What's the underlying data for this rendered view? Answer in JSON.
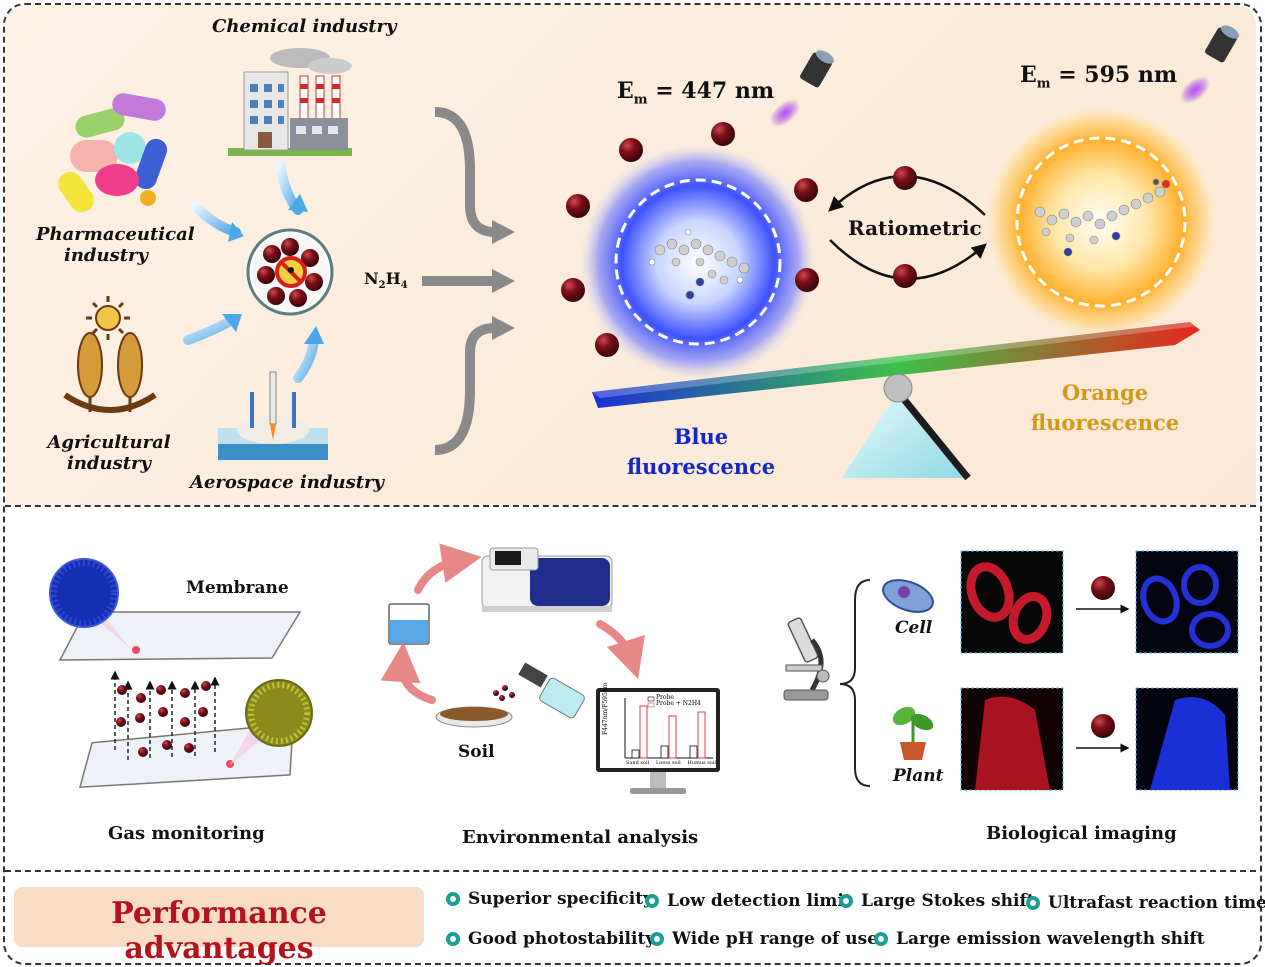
{
  "section_top": {
    "industries": {
      "chemical": "Chemical industry",
      "pharma": [
        "Pharmaceutical",
        "industry"
      ],
      "agri": [
        "Agricultural",
        "industry"
      ],
      "aero": "Aerospace industry"
    },
    "analyte": {
      "base": "N",
      "sub1": "2",
      "mid": "H",
      "sub2": "4"
    },
    "em_left": {
      "prefix": "E",
      "sub": "m",
      "value": " = 447 nm"
    },
    "em_right": {
      "prefix": "E",
      "sub": "m",
      "value": " = 595 nm"
    },
    "ratiometric": "Ratiometric",
    "blue": [
      "Blue",
      "fluorescence"
    ],
    "orange": [
      "Orange",
      "fluorescence"
    ]
  },
  "section_mid": {
    "membrane": "Membrane",
    "gas": "Gas monitoring",
    "soil": "Soil",
    "env": "Environmental analysis",
    "cell": "Cell",
    "plant": "Plant",
    "bio": "Biological imaging",
    "mini_chart": {
      "legend": [
        "Probe",
        "Probe + N2H4"
      ],
      "categories": [
        "Sand soil",
        "Loess soil",
        "Humus soil"
      ]
    }
  },
  "section_bottom": {
    "title": "Performance advantages",
    "advantages": [
      "Superior specificity",
      "Low detection limit",
      "Large Stokes shift",
      "Ultrafast reaction time",
      "Good photostability",
      "Wide pH range of use",
      "Large emission wavelength shift"
    ]
  },
  "colors": {
    "accent_red": "#b5121b",
    "teal": "#1a9e95",
    "blue_text": "#1428c8",
    "orange_text": "#d39a1a",
    "dark_red_ball": "#5a0a12"
  }
}
